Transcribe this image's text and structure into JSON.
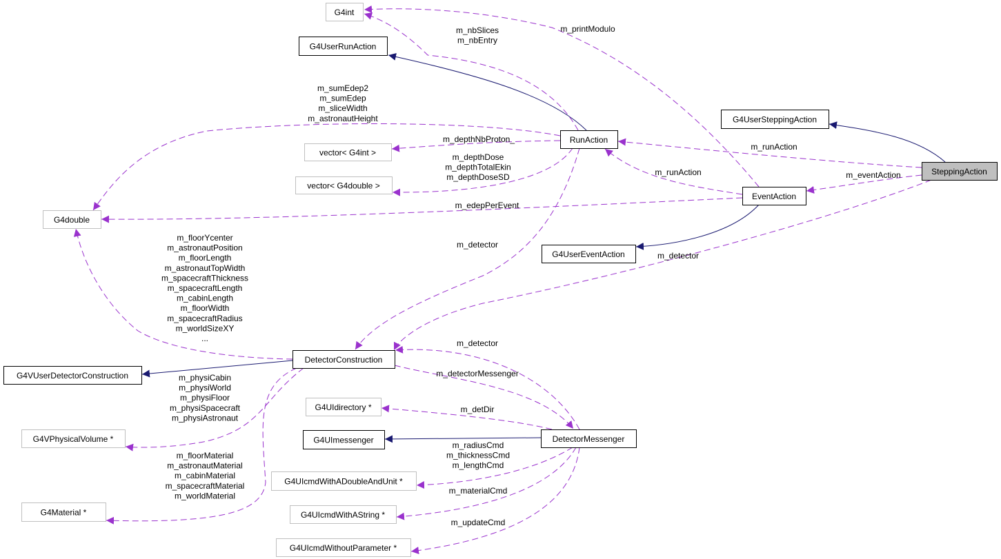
{
  "colors": {
    "usage": "#9a32cd",
    "inheritance": "#191970",
    "focus_fill": "#bfbfbf",
    "external_border": "#bfbfbf"
  },
  "nodes": [
    {
      "id": "G4int",
      "label": "G4int",
      "kind": "ext"
    },
    {
      "id": "G4UserRunAction",
      "label": "G4UserRunAction",
      "kind": "doc"
    },
    {
      "id": "G4UserSteppingAction",
      "label": "G4UserSteppingAction",
      "kind": "doc"
    },
    {
      "id": "RunAction",
      "label": "RunAction",
      "kind": "doc"
    },
    {
      "id": "vecInt",
      "label": "vector< G4int >",
      "kind": "ext"
    },
    {
      "id": "vecDouble",
      "label": "vector< G4double >",
      "kind": "ext"
    },
    {
      "id": "SteppingAction",
      "label": "SteppingAction",
      "kind": "focus"
    },
    {
      "id": "EventAction",
      "label": "EventAction",
      "kind": "doc"
    },
    {
      "id": "G4double",
      "label": "G4double",
      "kind": "ext"
    },
    {
      "id": "G4UserEventAction",
      "label": "G4UserEventAction",
      "kind": "doc"
    },
    {
      "id": "DetectorConstruction",
      "label": "DetectorConstruction",
      "kind": "doc"
    },
    {
      "id": "G4VUserDetectorConstruction",
      "label": "G4VUserDetectorConstruction",
      "kind": "doc"
    },
    {
      "id": "G4UIdirectory",
      "label": "G4UIdirectory *",
      "kind": "ext"
    },
    {
      "id": "G4UImessenger",
      "label": "G4UImessenger",
      "kind": "doc"
    },
    {
      "id": "DetectorMessenger",
      "label": "DetectorMessenger",
      "kind": "doc"
    },
    {
      "id": "G4VPhysicalVolume",
      "label": "G4VPhysicalVolume *",
      "kind": "ext"
    },
    {
      "id": "G4UIcmdWithADoubleAndUnit",
      "label": "G4UIcmdWithADoubleAndUnit *",
      "kind": "ext"
    },
    {
      "id": "G4Material",
      "label": "G4Material *",
      "kind": "ext"
    },
    {
      "id": "G4UIcmdWithAString",
      "label": "G4UIcmdWithAString *",
      "kind": "ext"
    },
    {
      "id": "G4UIcmdWithoutParameter",
      "label": "G4UIcmdWithoutParameter *",
      "kind": "ext"
    }
  ],
  "edges": [
    {
      "from": "RunAction",
      "to": "G4UserRunAction",
      "type": "inh",
      "labels": []
    },
    {
      "from": "RunAction",
      "to": "G4int",
      "type": "use",
      "labels": [
        "m_nbSlices",
        "m_nbEntry"
      ]
    },
    {
      "from": "EventAction",
      "to": "G4int",
      "type": "use",
      "labels": [
        "m_printModulo"
      ]
    },
    {
      "from": "RunAction",
      "to": "G4double",
      "type": "use",
      "labels": [
        "m_sumEdep2",
        "m_sumEdep",
        "m_sliceWidth",
        "m_astronautHeight"
      ]
    },
    {
      "from": "RunAction",
      "to": "vecInt",
      "type": "use",
      "labels": [
        "m_depthNbProton_"
      ]
    },
    {
      "from": "RunAction",
      "to": "vecDouble",
      "type": "use",
      "labels": [
        "m_depthDose",
        "m_depthTotalEkin",
        "m_depthDoseSD"
      ]
    },
    {
      "from": "EventAction",
      "to": "G4double",
      "type": "use",
      "labels": [
        "m_edepPerEvent"
      ]
    },
    {
      "from": "EventAction",
      "to": "RunAction",
      "type": "use",
      "labels": [
        "m_runAction"
      ]
    },
    {
      "from": "SteppingAction",
      "to": "RunAction",
      "type": "use",
      "labels": [
        "m_runAction"
      ]
    },
    {
      "from": "SteppingAction",
      "to": "EventAction",
      "type": "use",
      "labels": [
        "m_eventAction"
      ]
    },
    {
      "from": "SteppingAction",
      "to": "G4UserSteppingAction",
      "type": "inh",
      "labels": []
    },
    {
      "from": "EventAction",
      "to": "G4UserEventAction",
      "type": "inh",
      "labels": []
    },
    {
      "from": "RunAction",
      "to": "DetectorConstruction",
      "type": "use",
      "labels": [
        "m_detector"
      ]
    },
    {
      "from": "SteppingAction",
      "to": "DetectorConstruction",
      "type": "use",
      "labels": [
        "m_detector"
      ]
    },
    {
      "from": "DetectorConstruction",
      "to": "G4VUserDetectorConstruction",
      "type": "inh",
      "labels": []
    },
    {
      "from": "DetectorConstruction",
      "to": "G4double",
      "type": "use",
      "labels": [
        "m_floorYcenter",
        "m_astronautPosition",
        "m_floorLength",
        "m_astronautTopWidth",
        "m_spacecraftThickness",
        "m_spacecraftLength",
        "m_cabinLength",
        "m_floorWidth",
        "m_spacecraftRadius",
        "m_worldSizeXY",
        "..."
      ]
    },
    {
      "from": "DetectorMessenger",
      "to": "DetectorConstruction",
      "type": "use",
      "labels": [
        "m_detector"
      ]
    },
    {
      "from": "DetectorConstruction",
      "to": "DetectorMessenger",
      "type": "use",
      "labels": [
        "m_detectorMessenger"
      ]
    },
    {
      "from": "DetectorConstruction",
      "to": "G4VPhysicalVolume",
      "type": "use",
      "labels": [
        "m_physiCabin",
        "m_physiWorld",
        "m_physiFloor",
        "m_physiSpacecraft",
        "m_physiAstronaut"
      ]
    },
    {
      "from": "DetectorConstruction",
      "to": "G4Material",
      "type": "use",
      "labels": [
        "m_floorMaterial",
        "m_astronautMaterial",
        "m_cabinMaterial",
        "m_spacecraftMaterial",
        "m_worldMaterial"
      ]
    },
    {
      "from": "DetectorMessenger",
      "to": "G4UIdirectory",
      "type": "use",
      "labels": [
        "m_detDir"
      ]
    },
    {
      "from": "DetectorMessenger",
      "to": "G4UImessenger",
      "type": "inh",
      "labels": []
    },
    {
      "from": "DetectorMessenger",
      "to": "G4UIcmdWithADoubleAndUnit",
      "type": "use",
      "labels": [
        "m_radiusCmd",
        "m_thicknessCmd",
        "m_lengthCmd"
      ]
    },
    {
      "from": "DetectorMessenger",
      "to": "G4UIcmdWithAString",
      "type": "use",
      "labels": [
        "m_materialCmd"
      ]
    },
    {
      "from": "DetectorMessenger",
      "to": "G4UIcmdWithoutParameter",
      "type": "use",
      "labels": [
        "m_updateCmd"
      ]
    }
  ]
}
